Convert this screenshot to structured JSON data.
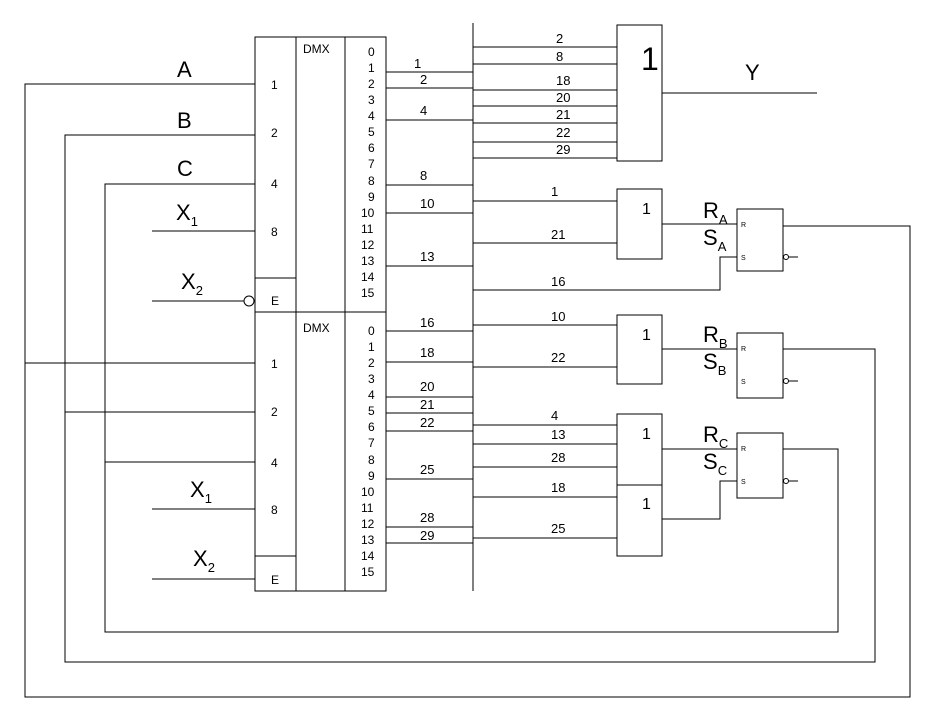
{
  "inputs": {
    "a": "A",
    "b": "B",
    "c": "C",
    "x": "X",
    "x1_sub": "1",
    "x2_sub": "2"
  },
  "dmx1": {
    "title": "DMX",
    "sel_pins": [
      "1",
      "2",
      "4",
      "8"
    ],
    "enable": "E",
    "outputs": [
      "0",
      "1",
      "2",
      "3",
      "4",
      "5",
      "6",
      "7",
      "8",
      "9",
      "10",
      "11",
      "12",
      "13",
      "14",
      "15"
    ]
  },
  "dmx2": {
    "title": "DMX",
    "sel_pins": [
      "1",
      "2",
      "4",
      "8"
    ],
    "enable": "E",
    "outputs": [
      "0",
      "1",
      "2",
      "3",
      "4",
      "5",
      "6",
      "7",
      "8",
      "9",
      "10",
      "11",
      "12",
      "13",
      "14",
      "15"
    ]
  },
  "bus_labels_dmx1": [
    "1",
    "2",
    "4",
    "8",
    "10",
    "13"
  ],
  "bus_labels_dmx2": [
    "16",
    "18",
    "20",
    "21",
    "22",
    "25",
    "28",
    "29"
  ],
  "or_y": {
    "label": "1",
    "inputs": [
      "2",
      "8",
      "18",
      "20",
      "21",
      "22",
      "29"
    ],
    "output": "Y"
  },
  "or_a": {
    "label": "1",
    "inputs": [
      "1",
      "21"
    ],
    "extra": "16"
  },
  "or_b": {
    "label": "1",
    "inputs": [
      "10",
      "22"
    ]
  },
  "or_c": {
    "label": "1",
    "inputs": [
      "4",
      "13",
      "28"
    ]
  },
  "or_c2": {
    "label": "1",
    "inputs": [
      "18",
      "25"
    ]
  },
  "flipflops": [
    {
      "r": "R",
      "s": "S",
      "sub": "A",
      "pin_r": "R",
      "pin_s": "S"
    },
    {
      "r": "R",
      "s": "S",
      "sub": "B",
      "pin_r": "R",
      "pin_s": "S"
    },
    {
      "r": "R",
      "s": "S",
      "sub": "C",
      "pin_r": "R",
      "pin_s": "S"
    }
  ]
}
